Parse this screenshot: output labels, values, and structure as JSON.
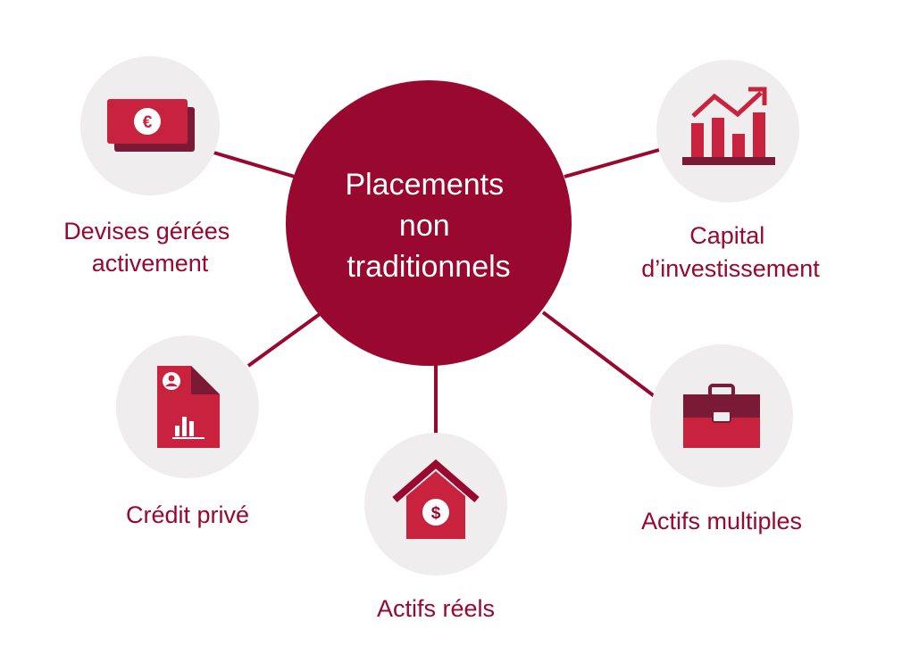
{
  "colors": {
    "primary": "#98082f",
    "accent": "#c8223f",
    "dark": "#7a1a36",
    "circle_bg": "#efedee",
    "connector": "#98082f"
  },
  "hub": {
    "lines": [
      "Placements",
      "non",
      "traditionnels"
    ]
  },
  "nodes": [
    {
      "id": "devises",
      "icon": "euro-banknotes-icon",
      "label_lines": [
        "Devises gérées",
        "activement"
      ]
    },
    {
      "id": "capital",
      "icon": "rising-bar-chart-icon",
      "label_lines": [
        "Capital",
        "d’investissement"
      ]
    },
    {
      "id": "credit",
      "icon": "document-report-icon",
      "label_lines": [
        "Crédit privé"
      ]
    },
    {
      "id": "actifs-reels",
      "icon": "house-dollar-icon",
      "label_lines": [
        "Actifs réels"
      ]
    },
    {
      "id": "actifs-multiples",
      "icon": "briefcase-icon",
      "label_lines": [
        "Actifs multiples"
      ]
    }
  ]
}
